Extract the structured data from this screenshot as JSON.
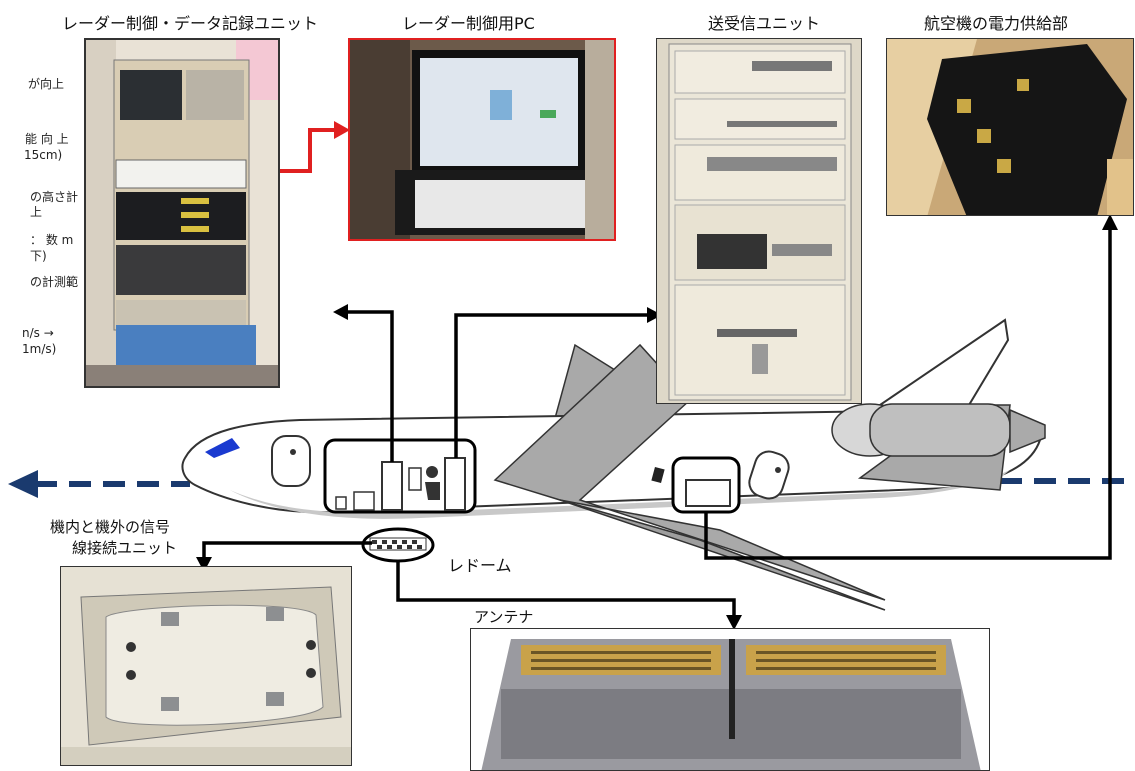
{
  "labels": {
    "radar_control_unit": "レーダー制御・データ記録ユニット",
    "radar_pc": "レーダー制御用PC",
    "transceiver": "送受信ユニット",
    "power_supply": "航空機の電力供給部",
    "signal_connection_line1": "機内と機外の信号",
    "signal_connection_line2": "線接続ユニット",
    "radome": "レドーム",
    "antenna": "アンテナ"
  },
  "side_notes": [
    "が向上",
    "能 向 上",
    "15cm)",
    "の高さ計",
    "上",
    "： 数 m",
    "下)",
    "の計測範",
    "n/s  →",
    "1m/s)"
  ],
  "colors": {
    "highlight": "#e02020",
    "arrow": "#000000",
    "dashed_path": "#1a3a6e",
    "plane_body": "#ffffff",
    "plane_gray": "#b8b8b8",
    "window_blue": "#1a3ad0"
  }
}
